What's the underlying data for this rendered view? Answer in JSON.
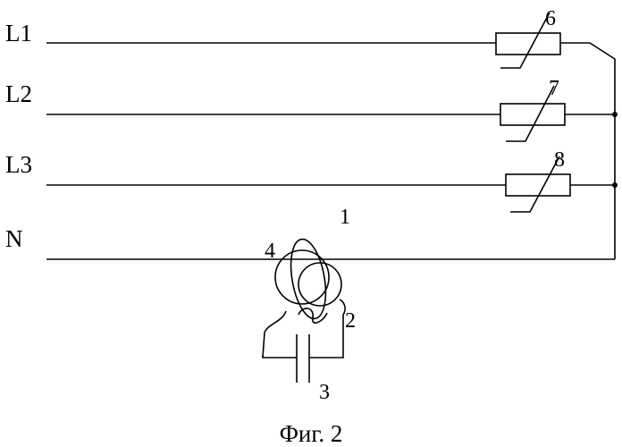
{
  "labels": {
    "l1": "L1",
    "l2": "L2",
    "l3": "L3",
    "n": "N"
  },
  "numbers": {
    "n1": "1",
    "n2": "2",
    "n3": "3",
    "n4": "4",
    "n6": "6",
    "n7": "7",
    "n8": "8"
  },
  "caption": "Фиг. 2",
  "colors": {
    "ink": "#000000",
    "background": "#ffffff"
  }
}
